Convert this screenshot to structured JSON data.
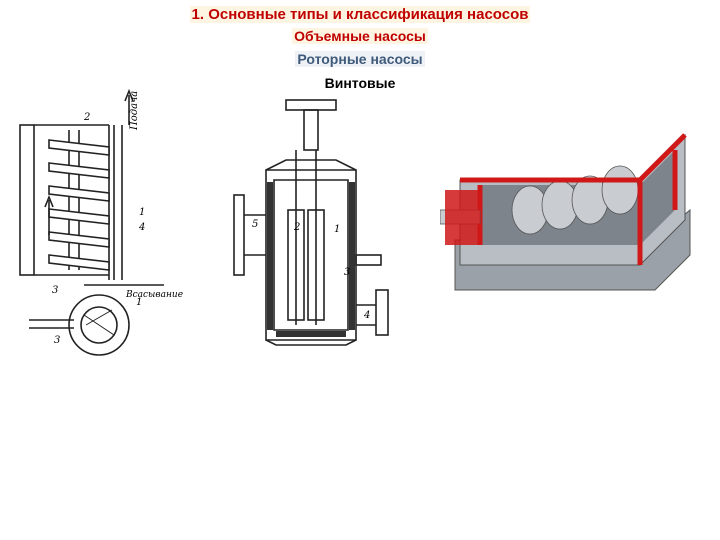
{
  "headings": {
    "title": "1. Основные типы и классификация насосов",
    "category": "Объемные насосы",
    "subcategory": "Роторные насосы",
    "type": "Винтовые"
  },
  "figures": {
    "screw_diagram": {
      "labels": {
        "outlet": "Подача",
        "inlet": "Всасывание",
        "n1": "1",
        "n2": "2",
        "n3": "3",
        "n4": "4"
      }
    },
    "pump_section": {
      "labels": {
        "n1": "1",
        "n2": "2",
        "n3": "3",
        "n4": "4",
        "n5": "5"
      }
    },
    "cutaway_render": {
      "colors": {
        "body": "#b9bec4",
        "cut": "#d01818",
        "shadow": "#7d848c"
      }
    }
  }
}
